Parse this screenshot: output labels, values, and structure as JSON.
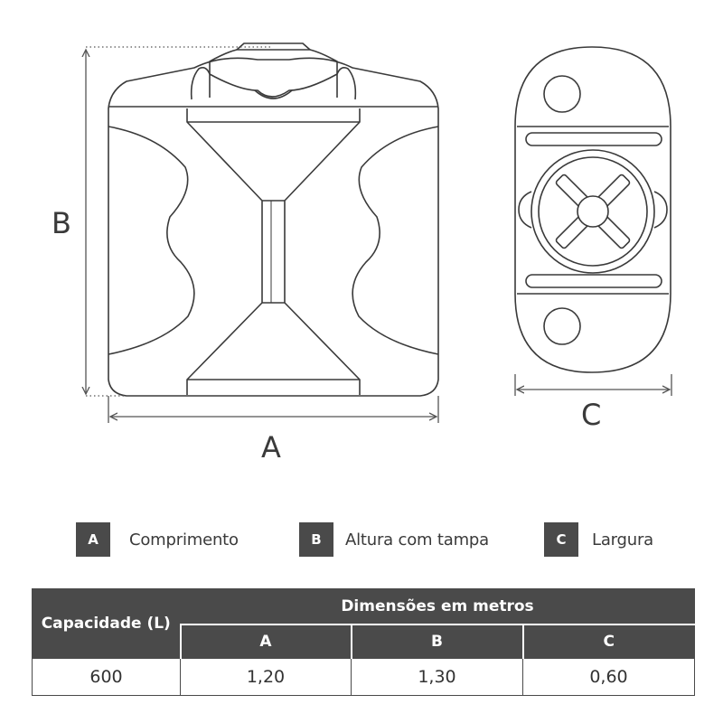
{
  "dimension_labels": {
    "a": "A",
    "b": "B",
    "c": "C"
  },
  "legend": [
    {
      "key": "A",
      "label": "Comprimento"
    },
    {
      "key": "B",
      "label": "Altura com tampa"
    },
    {
      "key": "C",
      "label": "Largura"
    }
  ],
  "table": {
    "capacity_header": "Capacidade (L)",
    "dimensions_header": "Dimensões em metros",
    "columns": [
      "A",
      "B",
      "C"
    ],
    "rows": [
      {
        "capacity": "600",
        "a": "1,20",
        "b": "1,30",
        "c": "0,60"
      }
    ]
  },
  "colors": {
    "header_bg": "#4a4a4a",
    "line": "#3a3a3a"
  }
}
